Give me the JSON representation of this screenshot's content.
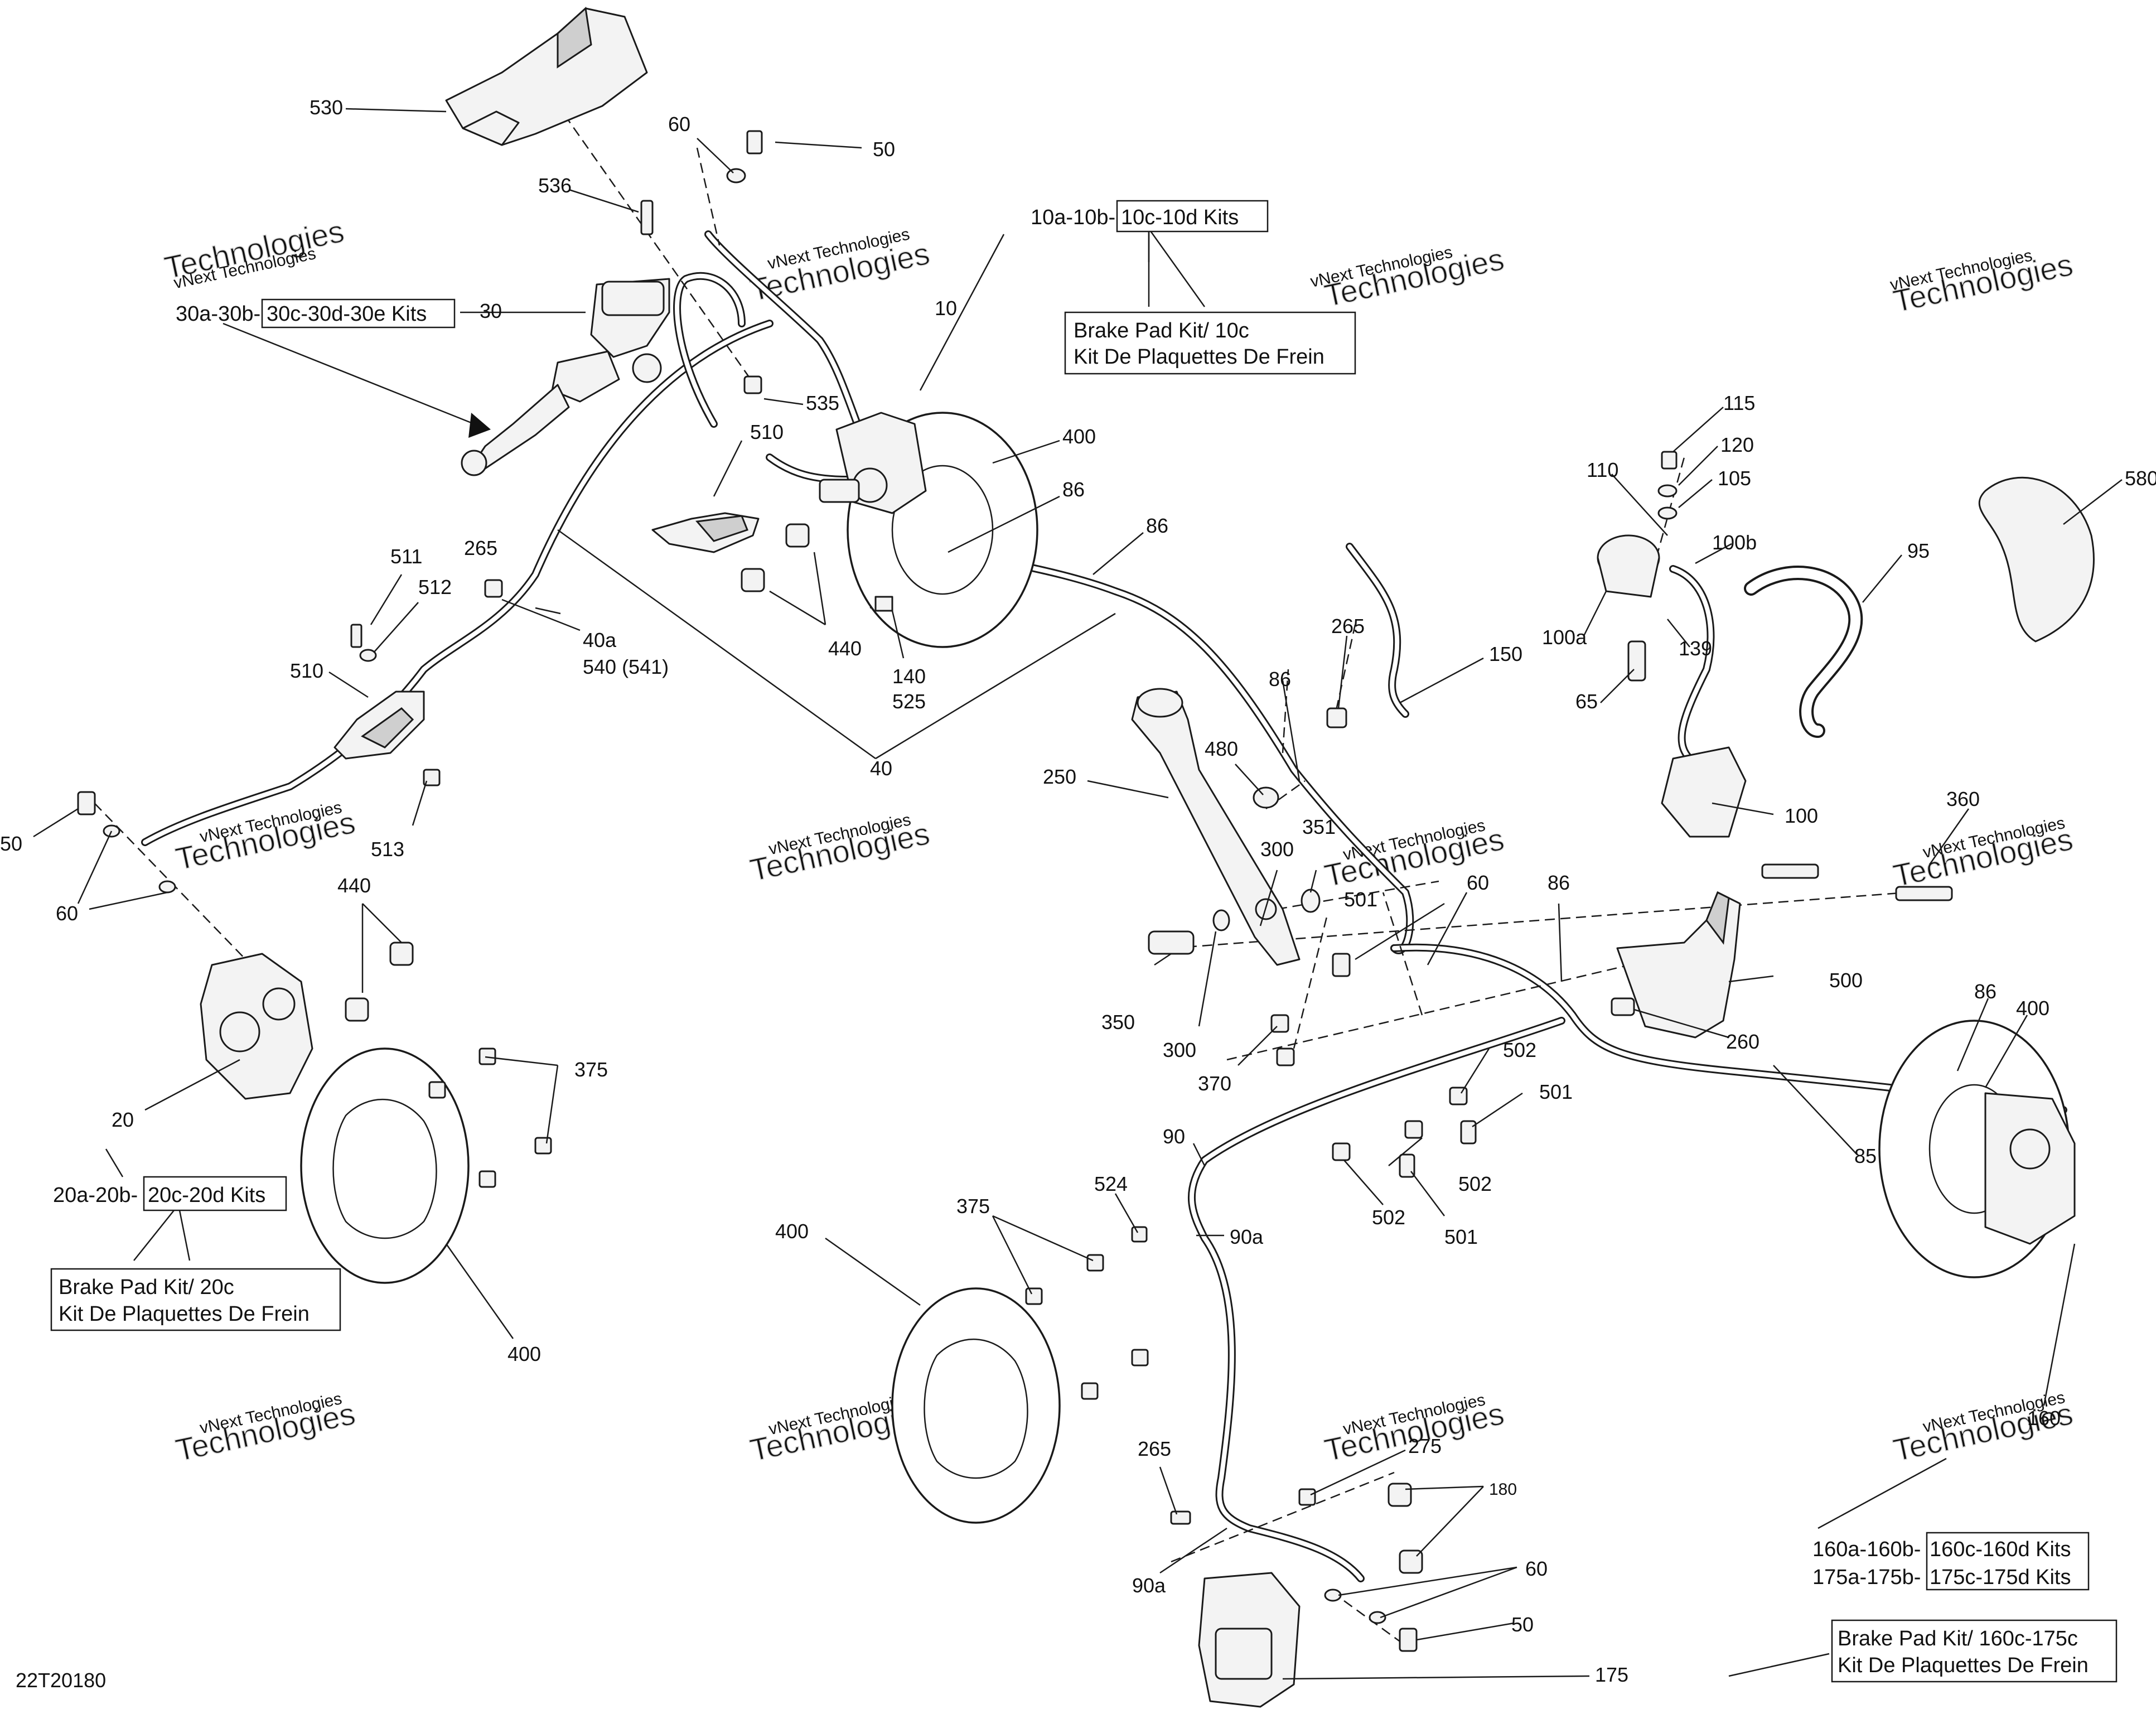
{
  "diagram_code": "22T20180",
  "watermark": {
    "company": "vNext Technologies",
    "word1": "vNext",
    "word2": "Technologies"
  },
  "kits": {
    "kit30": {
      "prefix": "30a-30b-",
      "boxed": "30c-30d-30e Kits"
    },
    "kit10": {
      "prefix": "10a-10b-",
      "boxed": "10c-10d Kits"
    },
    "kit20": {
      "prefix": "20a-20b-",
      "boxed": "20c-20d Kits"
    },
    "kit160": {
      "prefix": "160a-160b-",
      "boxed": "160c-160d Kits"
    },
    "kit175": {
      "prefix": "175a-175b-",
      "boxed": "175c-175d Kits"
    }
  },
  "brake_pad_boxes": {
    "front_right": {
      "line1": "Brake Pad Kit/ 10c",
      "line2": "Kit De Plaquettes De Frein"
    },
    "front_left": {
      "line1": "Brake Pad Kit/ 20c",
      "line2": "Kit De Plaquettes De Frein"
    },
    "rear": {
      "line1": "Brake Pad Kit/ 160c-175c",
      "line2": "Kit De Plaquettes De Frein"
    }
  },
  "labels": {
    "l530": "530",
    "l60a": "60",
    "l50a": "50",
    "l536": "536",
    "l30": "30",
    "l10": "10",
    "l535": "535",
    "l510a": "510",
    "l400a": "400",
    "l86a": "86",
    "l86b": "86",
    "l511": "511",
    "l512": "512",
    "l265a": "265",
    "l40a": "40a",
    "l540": "540 (541)",
    "l510b": "510",
    "l440a": "440",
    "l140": "140",
    "l525": "525",
    "l40": "40",
    "l513": "513",
    "l50b": "50",
    "l60b": "60",
    "l440b": "440",
    "l20": "20",
    "l375a": "375",
    "l400b": "400",
    "l115": "115",
    "l120": "120",
    "l105": "105",
    "l110": "110",
    "l100b": "100b",
    "l95": "95",
    "l580": "580",
    "l100a": "100a",
    "l139": "139",
    "l65": "65",
    "l100": "100",
    "l265b": "265",
    "l150": "150",
    "l86c": "86",
    "l480": "480",
    "l250": "250",
    "l300a": "300",
    "l351": "351",
    "l60c": "60",
    "l501a": "501",
    "l86d": "86",
    "l360": "360",
    "l500": "500",
    "l350": "350",
    "l300b": "300",
    "l370": "370",
    "l260": "260",
    "l86e": "86",
    "l400c": "400",
    "l502a": "502",
    "l501b": "501",
    "l502b": "502",
    "l502c": "502",
    "l501c": "501",
    "l90": "90",
    "l85": "85",
    "l524": "524",
    "l90a": "90a",
    "l375b": "375",
    "l400d": "400",
    "l160": "160",
    "l265c": "265",
    "l275": "275",
    "l180": "180",
    "l90b": "90a",
    "l60d": "60",
    "l50c": "50",
    "l175": "175"
  }
}
